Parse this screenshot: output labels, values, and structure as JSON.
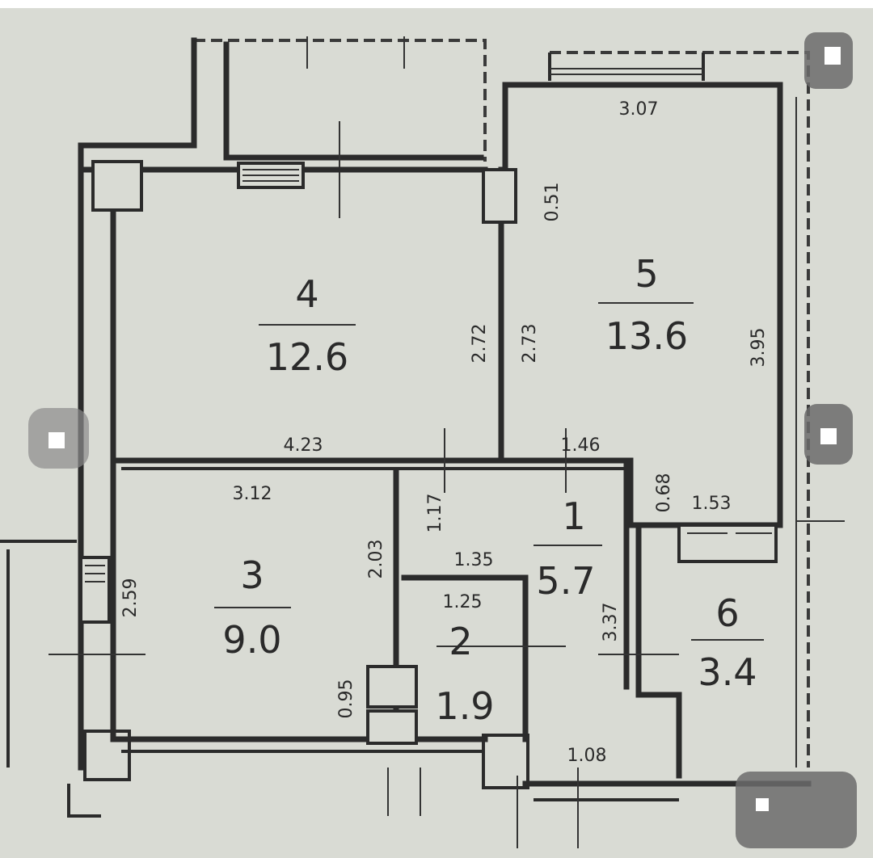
{
  "rooms": [
    {
      "number": "1",
      "area": "5.7"
    },
    {
      "number": "2",
      "area": "1.9"
    },
    {
      "number": "3",
      "area": "9.0"
    },
    {
      "number": "4",
      "area": "12.6"
    },
    {
      "number": "5",
      "area": "13.6"
    },
    {
      "number": "6",
      "area": "3.4"
    }
  ],
  "dimensions": {
    "d307": "3.07",
    "d051": "0.51",
    "d272": "2.72",
    "d273": "2.73",
    "d395": "3.95",
    "d423": "4.23",
    "d146": "1.46",
    "d068": "0.68",
    "d153": "1.53",
    "d312": "3.12",
    "d117": "1.17",
    "d203": "2.03",
    "d135": "1.35",
    "d259": "2.59",
    "d125": "1.25",
    "d337": "3.37",
    "d095": "0.95",
    "d108": "1.08"
  }
}
